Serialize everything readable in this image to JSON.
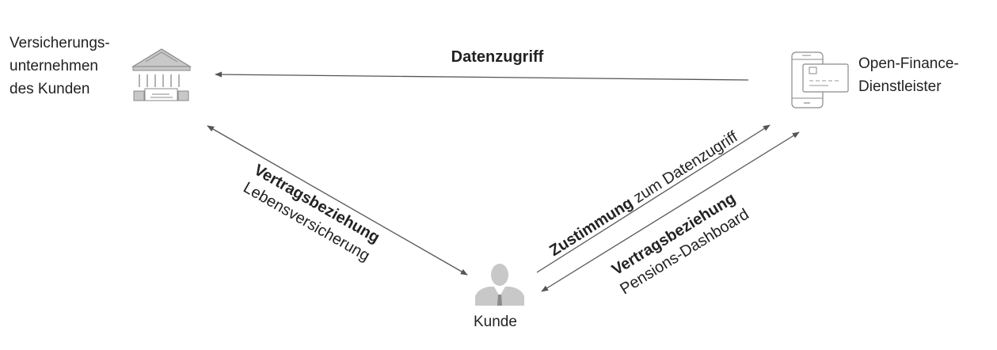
{
  "nodes": {
    "insurer": {
      "lines": [
        "Versicherungs-",
        "unternehmen",
        "des Kunden"
      ],
      "icon": "bank-building-icon"
    },
    "provider": {
      "lines": [
        "Open-Finance-",
        "Dienstleister"
      ],
      "icon": "phone-card-icon"
    },
    "customer": {
      "label": "Kunde",
      "icon": "person-icon"
    }
  },
  "edges": {
    "data_access": {
      "label": "Datenzugriff"
    },
    "insurer_customer": {
      "bold": "Vertragsbeziehung",
      "normal": "Lebensversicherung"
    },
    "consent": {
      "bold": "Zustimmung",
      "normal": " zum Datenzugriff"
    },
    "provider_customer": {
      "bold": "Vertragsbeziehung",
      "normal": "Pensions-Dashboard"
    }
  },
  "colors": {
    "line": "#555555",
    "icon_fill": "#c8c8c8",
    "icon_stroke": "#8a8a8a",
    "text": "#222222"
  }
}
